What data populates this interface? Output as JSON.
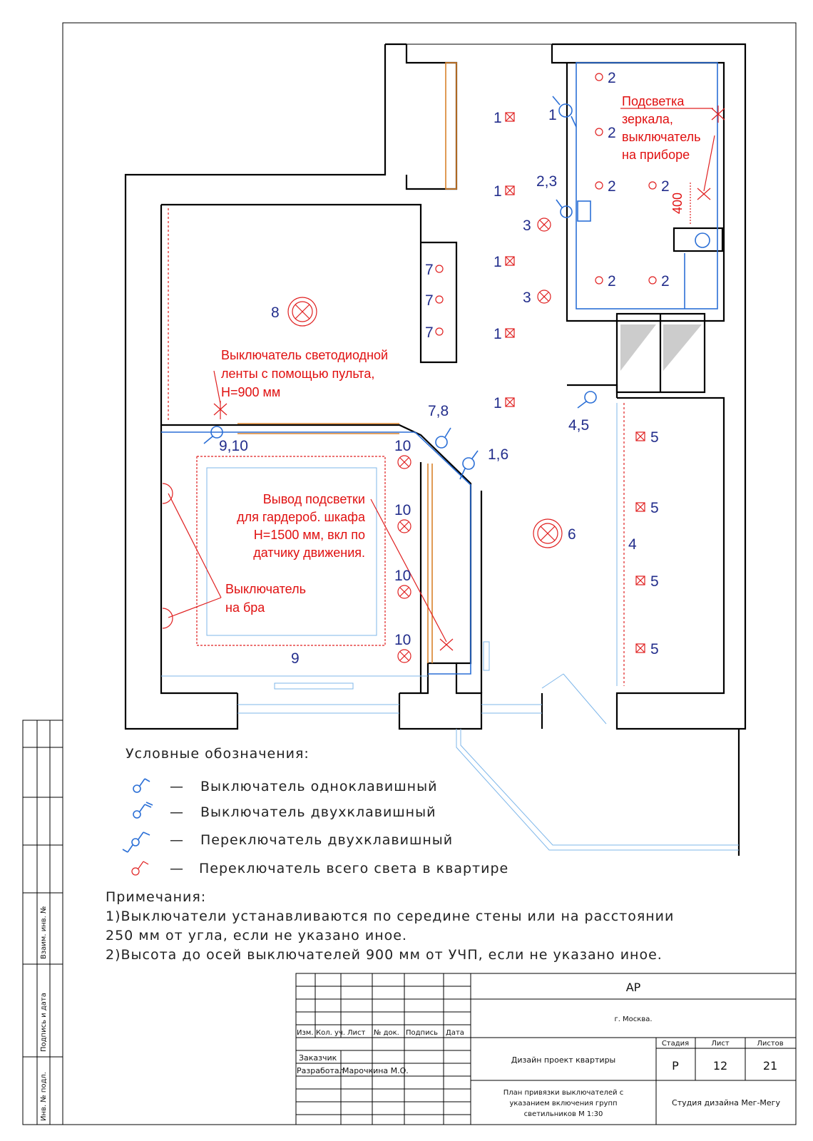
{
  "labels": {
    "group1": [
      "1",
      "1",
      "1",
      "1",
      "1"
    ],
    "group2": [
      "2",
      "2",
      "2",
      "2",
      "2",
      "2"
    ],
    "group3": [
      "3",
      "3"
    ],
    "group5": [
      "5",
      "5",
      "5",
      "5"
    ],
    "group7": [
      "7",
      "7",
      "7"
    ],
    "group10": [
      "10",
      "10",
      "10",
      "10"
    ],
    "n4": "4",
    "n6": "6",
    "n8": "8",
    "n9": "9",
    "sw_1": "1",
    "sw_23": "2,3",
    "sw_45": "4,5",
    "sw_78": "7,8",
    "sw_16": "1,6",
    "sw_910": "9,10"
  },
  "notes": {
    "mirror": [
      "Подсветка",
      "зеркала,",
      "выключатель",
      "на приборе"
    ],
    "led": [
      "Выключатель светодиодной",
      "ленты с помощью пульта,",
      "Н=900 мм"
    ],
    "wardrobe": [
      "Вывод подсветки",
      "для гардероб. шкафа",
      "Н=1500 мм, вкл по",
      "датчику движения."
    ],
    "bra": [
      "Выключатель",
      "на бра"
    ],
    "dim400": "400"
  },
  "legend": {
    "title": "Условные обозначения:",
    "items": [
      {
        "dash": "—",
        "text": "Выключатель одноклавишный"
      },
      {
        "dash": "—",
        "text": "Выключатель двухклавишный"
      },
      {
        "dash": "—",
        "text": "Переключатель двухклавишный"
      },
      {
        "dash": "—",
        "text": "Переключатель всего света в квартире"
      }
    ]
  },
  "remarks": {
    "title": "Примечания:",
    "lines": [
      "1)Выключатели устанавливаются по середине стены или на расстоянии",
      "250 мм от угла, если не указано иное.",
      "2)Высота до осей выключателей 900 мм от УЧП, если не указано иное."
    ]
  },
  "side_stamp": [
    "Взаим. инв. №",
    "Подпись и дата",
    "Инв. № подл."
  ],
  "title_block": {
    "code": "АР",
    "city": "г. Москва.",
    "columns": [
      "Изм.",
      "Кол. уч.",
      "Лист",
      "№ док.",
      "Подпись",
      "Дата"
    ],
    "customer_label": "Заказчик",
    "developer_label": "Разработал",
    "developer_name": "Марочкина М.О.",
    "project": "Дизайн проект квартиры",
    "sheet_title": [
      "План привязки выключателей с",
      "указанием включения групп",
      "светильников М 1:30"
    ],
    "stage_label": "Стадия",
    "sheet_label": "Лист",
    "sheets_label": "Листов",
    "stage": "Р",
    "sheet": "12",
    "sheets": "21",
    "studio": "Студия дизайна Мег-Мегу"
  }
}
